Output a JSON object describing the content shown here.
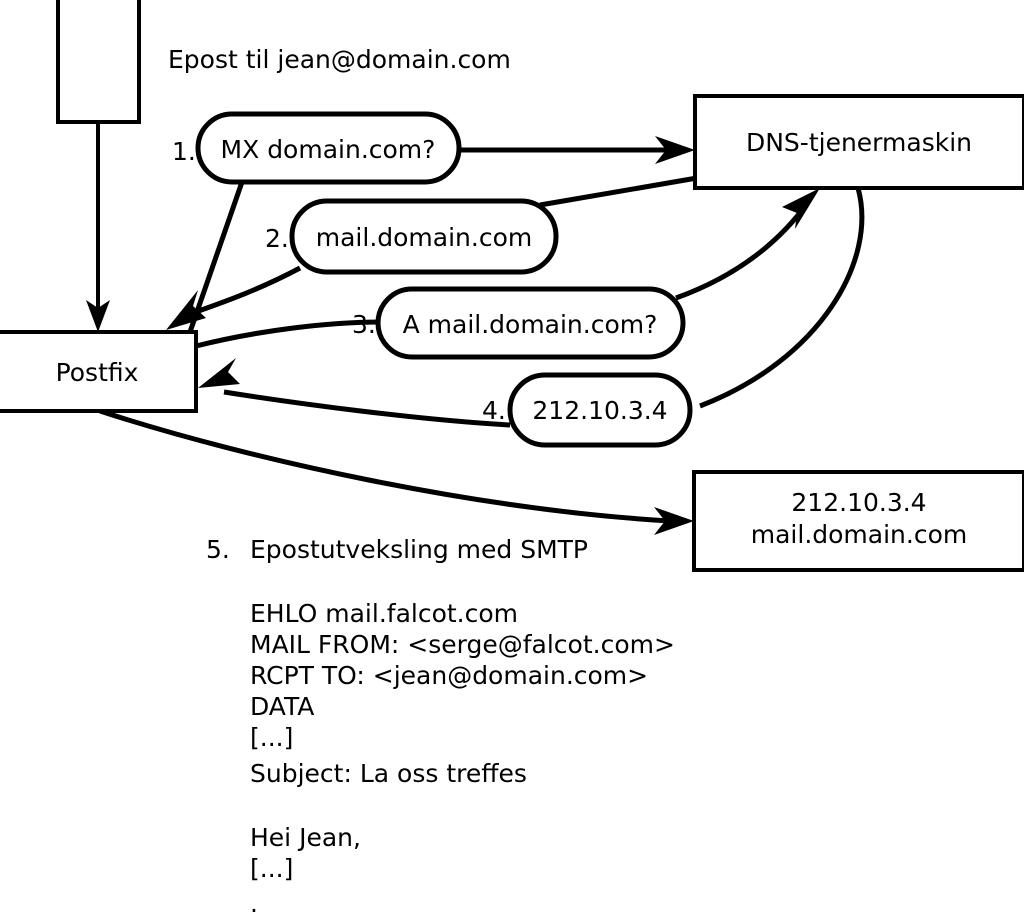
{
  "diagram": {
    "title_note": "Epost til jean@domain.com",
    "nodes": {
      "client_box": {
        "label": ""
      },
      "postfix_box": {
        "label": "Postfix"
      },
      "dns_box": {
        "label": "DNS-tjenermaskin"
      },
      "mailserver_box": {
        "line1": "212.10.3.4",
        "line2": "mail.domain.com"
      }
    },
    "steps": [
      {
        "number": "1.",
        "label": "MX domain.com?"
      },
      {
        "number": "2.",
        "label": "mail.domain.com"
      },
      {
        "number": "3.",
        "label": "A mail.domain.com?"
      },
      {
        "number": "4.",
        "label": "212.10.3.4"
      }
    ],
    "step5": {
      "number": "5.",
      "label": "Epostutveksling med SMTP"
    },
    "smtp_transcript": [
      "EHLO mail.falcot.com",
      "MAIL FROM: <serge@falcot.com>",
      "RCPT TO: <jean@domain.com>",
      "DATA",
      "[...]",
      "Subject: La oss treffes",
      "",
      "Hei Jean,",
      "[...]",
      "."
    ],
    "colors": {
      "stroke": "#000000",
      "fill": "#ffffff",
      "text": "#000000"
    }
  }
}
